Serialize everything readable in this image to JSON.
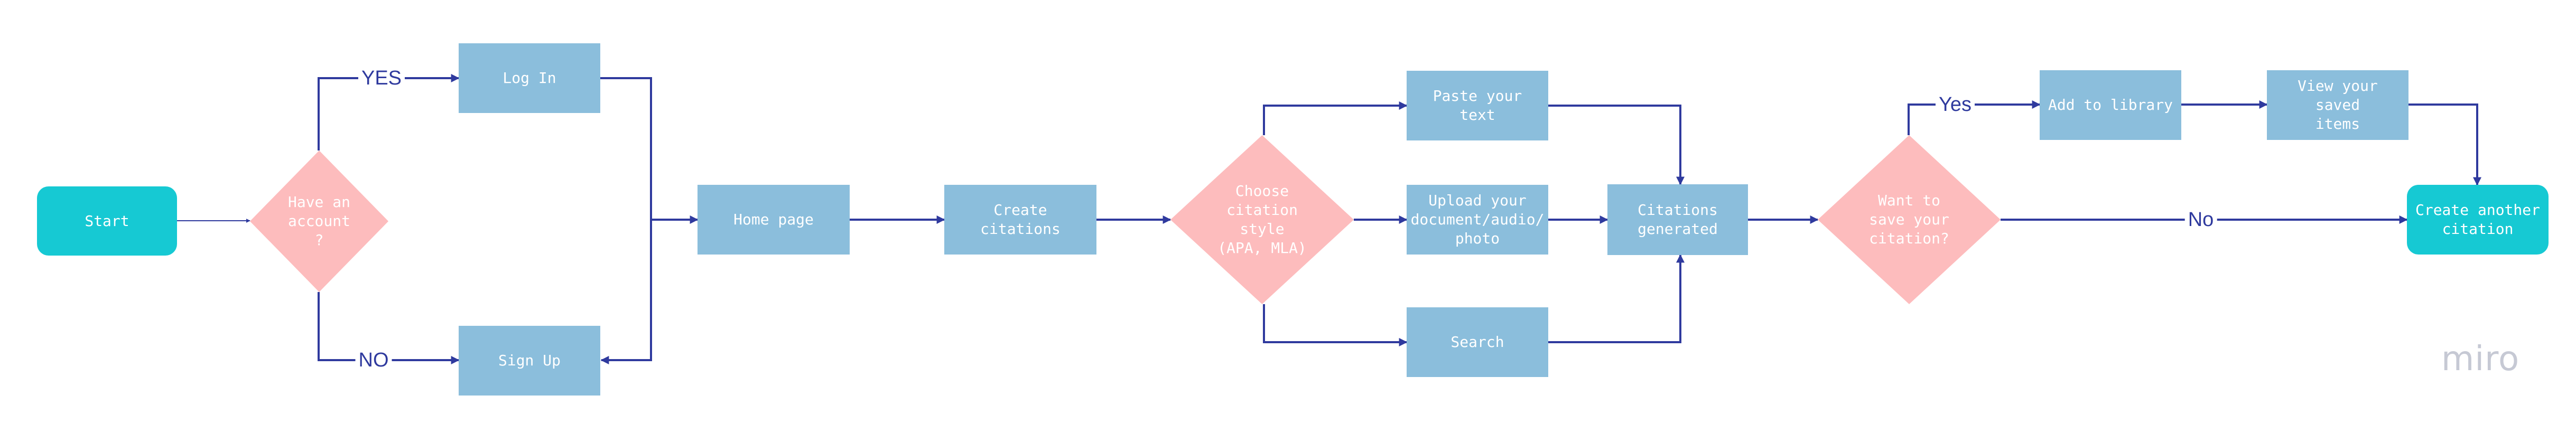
{
  "nodes": {
    "start": "Start",
    "have_account_line1": "Have an",
    "have_account_line2": "account",
    "have_account_line3": "?",
    "log_in": "Log In",
    "sign_up": "Sign Up",
    "home_page": "Home page",
    "create_citations": "Create citations",
    "choose_style_line1": "Choose",
    "choose_style_line2": "citation",
    "choose_style_line3": "style",
    "choose_style_line4": "(APA, MLA)",
    "paste_text": "Paste your text",
    "upload_line1": "Upload your",
    "upload_line2": "document/audio/",
    "upload_line3": "photo",
    "search": "Search",
    "citations_generated_line1": "Citations",
    "citations_generated_line2": "generated",
    "want_save_line1": "Want to",
    "want_save_line2": "save your",
    "want_save_line3": "citation?",
    "add_library": "Add to library",
    "view_saved_line1": "View your saved",
    "view_saved_line2": "items",
    "create_another_line1": "Create another",
    "create_another_line2": "citation"
  },
  "edge_labels": {
    "yes_upper": "YES",
    "no_lower": "NO",
    "yes_save": "Yes",
    "no_save": "No"
  },
  "logo": "miro",
  "colors": {
    "process": "#8bbedc",
    "terminal": "#16c9d3",
    "decision": "#fdbcbd",
    "connector": "#2f3a9e",
    "logo": "#c6c9d4"
  }
}
